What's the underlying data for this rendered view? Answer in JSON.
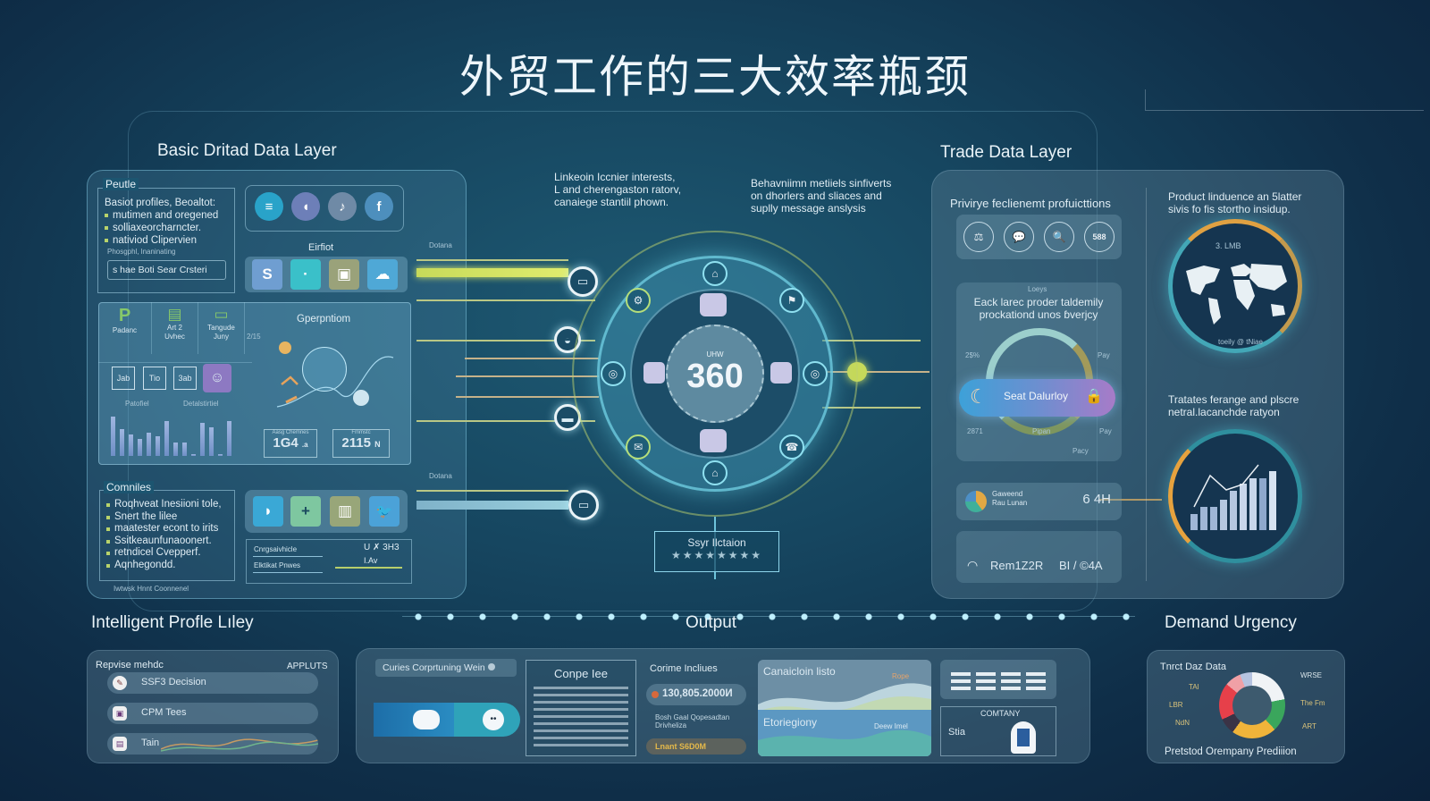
{
  "title": "外贸工作的三大效率瓶颈",
  "layers": {
    "basic": "Basic Dritad Data Layer",
    "trade": "Trade Data Layer",
    "profile": "Intelligent Profle Lıley",
    "output": "Output",
    "demand": "Demand Urgency"
  },
  "left_panel": {
    "profile_box": {
      "label": "Peutle",
      "heading": "Basiot profiles, Beoaltot:",
      "bullets": [
        "mutimen and oregened",
        "solliaxeorcharncter.",
        "nativiod Clipervien"
      ],
      "note": "Phosgphl, lnaninating",
      "button": "s hae Boti Sear Crsteri"
    },
    "social_icons": [
      {
        "icon": "database-icon",
        "glyph": "≡",
        "color": "#29a3c9"
      },
      {
        "icon": "shield-icon",
        "glyph": "◖",
        "color": "#6d7fb8"
      },
      {
        "icon": "music-icon",
        "glyph": "♪",
        "color": "#6f8aa6"
      },
      {
        "icon": "facebook-icon",
        "glyph": "f",
        "color": "#4d8fbd"
      }
    ],
    "eirfiot_label": "Eirfiot",
    "app_tiles": [
      {
        "icon": "stack-icon",
        "glyph": "S",
        "color": "#6f9ed1"
      },
      {
        "icon": "dot-icon",
        "glyph": "·",
        "color": "#3ac0c9"
      },
      {
        "icon": "window-icon",
        "glyph": "▣",
        "color": "#9aa27a"
      },
      {
        "icon": "chat-icon",
        "glyph": "☁",
        "color": "#4fa8d6"
      }
    ],
    "ops": {
      "tabs": [
        {
          "icon": "p-icon",
          "glyph": "P",
          "label": "Padanc"
        },
        {
          "icon": "document-icon",
          "glyph": "▤",
          "label": "Art 2\nUvhec"
        },
        {
          "icon": "folder-icon",
          "glyph": "▭",
          "label": "Tangude\nJuny"
        }
      ],
      "year": "2/15",
      "chips": [
        "Jab",
        "Tio",
        "3ab"
      ],
      "chart_labels": [
        "Patofiel",
        "Detalstirtiel"
      ],
      "bars": [
        88,
        60,
        48,
        38,
        52,
        45,
        78,
        30,
        30,
        4,
        74,
        65,
        4,
        78
      ],
      "generation_title": "Gperpntiom",
      "stat1_label": "Aasg Chemnes",
      "stat1_value": "1G4",
      "stat1_suffix": ".a",
      "stat2_label": "Fmmstc",
      "stat2_value": "2115",
      "stat2_suffix": "N"
    },
    "comments_box": {
      "label": "Comniles",
      "bullets": [
        "Roqhveat Inesiioni tole,",
        "Snert the lilee",
        "maatester econt to irits",
        "Ssitkeaunfunaoonert.",
        "retndicel Cvepperf.",
        "Aqnhegondd."
      ],
      "footer": "Iwtwsk Hnnt Coonnenel"
    },
    "share_icons": [
      {
        "icon": "bird-icon",
        "glyph": "◗",
        "color": "#3aa8d6"
      },
      {
        "icon": "plus-icon",
        "glyph": "+",
        "color": "#7ec7a0"
      },
      {
        "icon": "chart-icon",
        "glyph": "▥",
        "color": "#98a679"
      },
      {
        "icon": "twitter-icon",
        "glyph": "🐦",
        "color": "#4ba2d8"
      }
    ],
    "mini_stats": {
      "row1": "Cnrgsaivhicle",
      "row2": "Elktikat Pnwes",
      "value": "U ✗ 3H3",
      "sub": "I.Av"
    }
  },
  "center": {
    "note_left": "Linkeoin Iccnier interests,\nL and cherengaston ratorv,\ncanaiege stantiil phown.",
    "note_right": "Behavniimn metiiels sinfiverts\non dhorlers and sliaces and\nsuplly message anslysis",
    "hub_value": "360",
    "hub_sub": "UHW",
    "rating_label": "Ssyr Ilctaion",
    "rating_stars": "★★★★★★★★",
    "side_tags": [
      "Dotana",
      "Dotana"
    ]
  },
  "trade_panel": {
    "priv_title": "Privirye feclienemt profuicttions",
    "priv_icons": [
      {
        "icon": "scale-icon",
        "glyph": "⚖"
      },
      {
        "icon": "speech-icon",
        "glyph": "💬"
      },
      {
        "icon": "search-icon",
        "glyph": "🔍"
      },
      {
        "icon": "badge-icon",
        "glyph": "588"
      }
    ],
    "donut_caption": "Loeys",
    "donut_title": "Eack larec proder taldemily\nprockationd unos ɓverjcy",
    "donut_labels": {
      "tl": "2$%",
      "tr": "Pay",
      "bl": "2871",
      "br": "Pay",
      "bc": "Pipan",
      "b": "Pacy"
    },
    "pill_label": "Seat Dalurloy",
    "metric_label": "Gaweend\nRau Lunan",
    "metric_value": "6 4H",
    "rem_label": "Rem1Z2R",
    "rem_value": "BI / ©4A",
    "map_title": "Product linduence an 5latter\nsivis fo fis stortho insidup.",
    "map_top": "3. LMB",
    "map_bottom": "toeily @ tNiae",
    "growth_title": "Tratates ferange and plscre\nnetral.lacanchde ratyon",
    "growth_bars": [
      18,
      26,
      26,
      34,
      44,
      52,
      58,
      58,
      66
    ]
  },
  "profile_card": {
    "header_left": "Repvise mehdc",
    "header_right": "APPLUTS",
    "rows": [
      {
        "icon": "decision-icon",
        "label": "SSF3 Decision"
      },
      {
        "icon": "calendar-icon",
        "label": "CPM Tees"
      },
      {
        "icon": "tag-icon",
        "label": "Tain"
      }
    ]
  },
  "output_card": {
    "toggle_label": "Curies Corprtuning Wein",
    "doc_title": "Conpe Iee",
    "metrics_title": "Corime Incliues",
    "metric_value": "130,805.2000И",
    "metric_sub": "Bosh Gaal Qopesadtan\nDrivheliza",
    "pill_value": "Lnant S6D0M",
    "chart_title": "Canaicloin listo",
    "chart_tag": "Rope",
    "chart_label": "Etoriegiony",
    "chart_tag2": "Deew Imel",
    "company_label": "COMTANY",
    "company_tag": "Stia"
  },
  "demand_card": {
    "title": "Tnrct Daz Data",
    "labels_left": [
      "TAl",
      "LBR",
      "NdN"
    ],
    "labels_right": [
      "WRSE",
      "The Fm",
      "ART"
    ],
    "footer": "Pretstod Orempany Prediiion"
  },
  "chart_data": {
    "type": "pie",
    "title": "Tnrct Daz Data",
    "categories": [
      "White",
      "Green",
      "Yellow",
      "Dark",
      "Red",
      "Pink",
      "Lavender"
    ],
    "values": [
      22,
      16,
      22,
      8,
      18,
      8,
      6
    ],
    "colors": [
      "#f0f3f6",
      "#3aa65c",
      "#f0b43a",
      "#3b3346",
      "#e6404a",
      "#f0a0a6",
      "#b5c3e0"
    ]
  }
}
